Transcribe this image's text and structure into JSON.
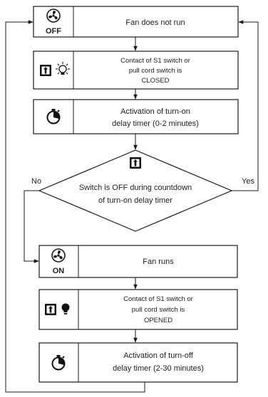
{
  "steps": {
    "fan_off": {
      "text": "Fan does not run",
      "badge": "OFF",
      "icon": "fan-icon"
    },
    "switch_closed": {
      "line1": "Contact of S1 switch or",
      "line2": "pull cord switch is",
      "line3": "CLOSED",
      "icons": [
        "switch-icon",
        "light-bulb-on-icon"
      ]
    },
    "turn_on_timer": {
      "line1": "Activation of turn-on",
      "line2": "delay timer (0-2 minutes)",
      "icon": "stopwatch-icon"
    },
    "decision": {
      "line1": "Switch is OFF during countdown",
      "line2": "of turn-on delay timer",
      "icon": "switch-icon",
      "no_label": "No",
      "yes_label": "Yes"
    },
    "fan_on": {
      "text": "Fan runs",
      "badge": "ON",
      "icon": "fan-icon"
    },
    "switch_opened": {
      "line1": "Contact of S1 switch or",
      "line2": "pull cord switch is",
      "line3": "OPENED",
      "icons": [
        "switch-icon",
        "light-bulb-off-icon"
      ]
    },
    "turn_off_timer": {
      "line1": "Activation of turn-off",
      "line2": "delay timer (2-30 minutes)",
      "icon": "stopwatch-icon"
    }
  },
  "colors": {
    "line": "#1a1a1a",
    "text": "#222222",
    "background": "#ffffff"
  }
}
